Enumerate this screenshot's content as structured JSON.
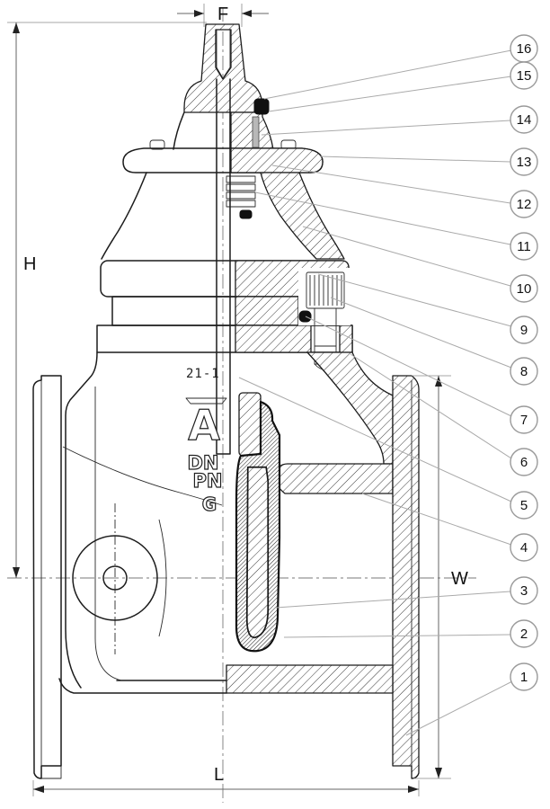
{
  "drawing": {
    "title": "gate-valve-sectional-drawing",
    "dimensions": {
      "top": "F",
      "left": "H",
      "right": "W",
      "bottom": "L"
    },
    "markings": {
      "cast_code": "21-1",
      "logo": "A",
      "line1": "DN",
      "line2": "PN",
      "line3": "G"
    },
    "callouts": [
      {
        "label": "16"
      },
      {
        "label": "15"
      },
      {
        "label": "14"
      },
      {
        "label": "13"
      },
      {
        "label": "12"
      },
      {
        "label": "11"
      },
      {
        "label": "10"
      },
      {
        "label": "9"
      },
      {
        "label": "8"
      },
      {
        "label": "7"
      },
      {
        "label": "6"
      },
      {
        "label": "5"
      },
      {
        "label": "4"
      },
      {
        "label": "3"
      },
      {
        "label": "2"
      },
      {
        "label": "1"
      }
    ],
    "colors": {
      "line": "#1c1c1c",
      "leader": "#aaaaaa",
      "callout_stroke": "#9a9a9a",
      "background": "#ffffff"
    }
  }
}
